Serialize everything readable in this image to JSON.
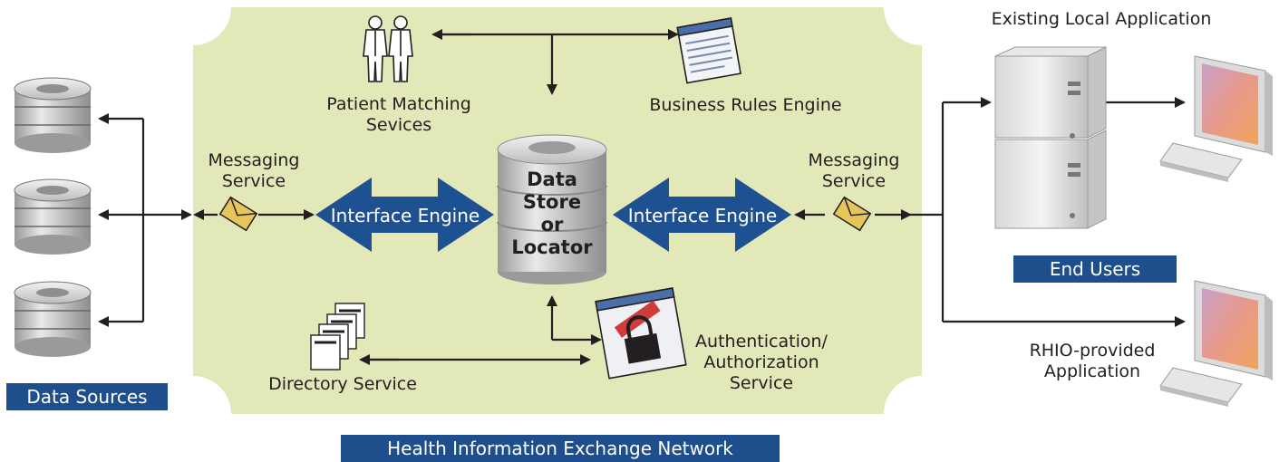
{
  "colors": {
    "panel": "#e3e8b9",
    "banner": "#1e4e8c",
    "arrow_blue": "#1e5192",
    "envelope": "#e6c65a",
    "line": "#231f20"
  },
  "labels": {
    "existing_local_application": "Existing Local Application",
    "patient_matching": [
      "Patient Matching",
      "Sevices"
    ],
    "business_rules_engine": "Business Rules Engine",
    "messaging_left": [
      "Messaging",
      "Service"
    ],
    "messaging_right": [
      "Messaging",
      "Service"
    ],
    "interface_engine_left": "Interface Engine",
    "interface_engine_right": "Interface Engine",
    "data_store": [
      "Data",
      "Store",
      "or",
      "Locator"
    ],
    "directory_service": "Directory Service",
    "auth_service": [
      "Authentication/",
      "Authorization",
      "Service"
    ],
    "rhio_app": [
      "RHIO-provided",
      "Application"
    ]
  },
  "banners": {
    "data_sources": "Data Sources",
    "end_users": "End Users",
    "hie_network": "Health Information Exchange Network"
  },
  "icons": [
    "database-icon",
    "people-icon",
    "browser-window-icon",
    "envelope-icon",
    "server-tower-icon",
    "desktop-computer-icon",
    "document-stack-icon",
    "padlock-window-icon"
  ]
}
